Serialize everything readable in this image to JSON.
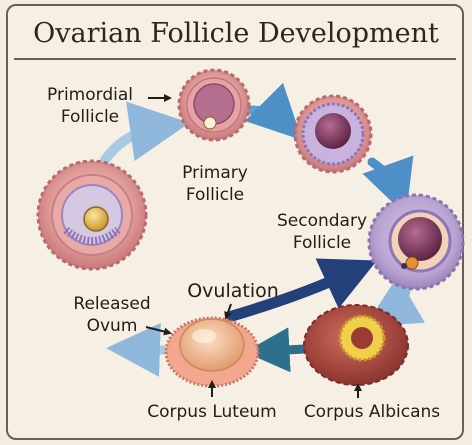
{
  "title": "Ovarian Follicle Development",
  "labels": {
    "primordial": [
      "Primordial",
      "Follicle"
    ],
    "primary": [
      "Primary",
      "Follicle"
    ],
    "secondary": [
      "Secondary",
      "Follicle"
    ],
    "released": [
      "Released",
      "Ovum"
    ],
    "ovulation": "Ovulation",
    "corpus_luteum": "Corpus Luteum",
    "corpus_albicans": "Corpus Albicans"
  },
  "colors": {
    "arrow_light": "#8fb8dc",
    "arrow_dark": "#23407a",
    "pink_tissue": "#d98b8e",
    "purple_tissue": "#b8a5cf",
    "oocyte": "#8a3d63",
    "yolk": "#e6c24b",
    "corpus_luteum": "#f2b990",
    "corpus_albicans": "#b34a42"
  }
}
